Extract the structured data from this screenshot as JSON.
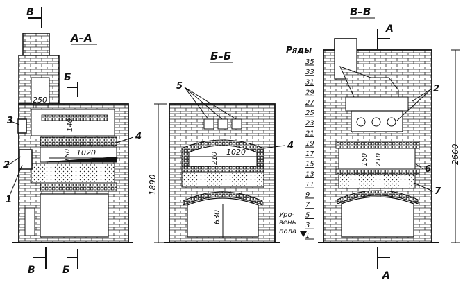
{
  "sections": {
    "a": {
      "title": "А–А"
    },
    "b": {
      "title": "Б–Б"
    },
    "v": {
      "title": "В–В"
    }
  },
  "cut_marks": {
    "B": "В",
    "Bb": "Б",
    "A": "А"
  },
  "callouts": {
    "n1": "1",
    "n2": "2",
    "n3": "3",
    "n4": "4",
    "n5": "5",
    "n6": "6",
    "n7": "7",
    "n2b": "2",
    "n4b": "4"
  },
  "dimensions": {
    "d250": "250",
    "d140": "140",
    "d160a": "160",
    "d1020a": "1020",
    "d210a": "210",
    "d1020b": "1020",
    "d630": "630",
    "d1890": "1890",
    "d160b": "160",
    "d210b": "210",
    "d2600": "2600"
  },
  "rows": {
    "header": "Ряды",
    "values": [
      "35",
      "33",
      "31",
      "29",
      "27",
      "25",
      "23",
      "21",
      "19",
      "17",
      "15",
      "13",
      "11",
      "9",
      "7",
      "5",
      "3",
      "1"
    ]
  },
  "floor_level": {
    "line1": "Уро-",
    "line2": "вень",
    "line3": "пола"
  },
  "colors": {
    "ink": "#111111",
    "paper": "#ffffff"
  }
}
